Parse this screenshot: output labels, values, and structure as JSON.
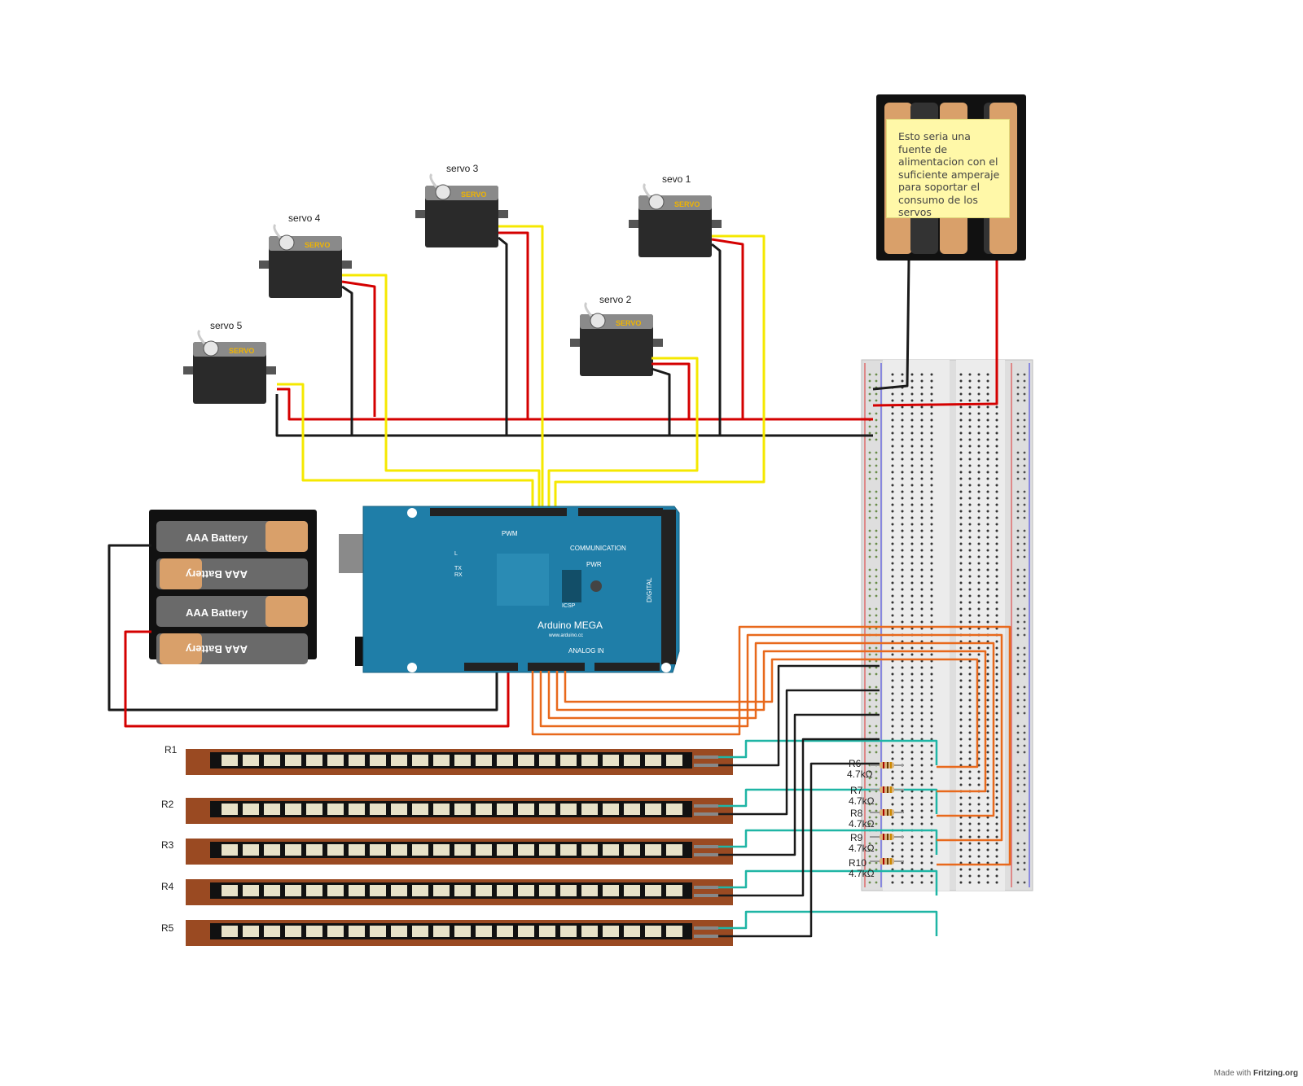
{
  "servos": [
    {
      "label": "servo 4",
      "brand": "SERVO"
    },
    {
      "label": "servo 3",
      "brand": "SERVO"
    },
    {
      "label": "sevo 1",
      "brand": "SERVO"
    },
    {
      "label": "servo 2",
      "brand": "SERVO"
    },
    {
      "label": "servo 5",
      "brand": "SERVO"
    }
  ],
  "battery_pack": {
    "cells": [
      "AAA Battery",
      "AAA Battery",
      "AAA Battery",
      "AAA Battery"
    ]
  },
  "power_note": "Esto seria una fuente de alimentacion con el suficiente amperaje para soportar el consumo de los servos",
  "arduino": {
    "name": "Arduino MEGA",
    "url": "www.arduino.cc",
    "headers": {
      "pwm": "PWM",
      "communication": "COMMUNICATION",
      "analog_in": "ANALOG IN",
      "digital": "DIGITAL",
      "icsp": "ICSP",
      "pwr": "PWR",
      "l": "L",
      "tx": "TX",
      "rx": "RX"
    }
  },
  "flex_sensors": [
    {
      "label": "R1"
    },
    {
      "label": "R2"
    },
    {
      "label": "R3"
    },
    {
      "label": "R4"
    },
    {
      "label": "R5"
    }
  ],
  "resistors": [
    {
      "name": "R6",
      "value": "4.7kΩ"
    },
    {
      "name": "R7",
      "value": "4.7kΩ"
    },
    {
      "name": "R8",
      "value": "4.7kΩ"
    },
    {
      "name": "R9",
      "value": "4.7kΩ"
    },
    {
      "name": "R10",
      "value": "4.7kΩ"
    }
  ],
  "footer": {
    "made_with": "Made with",
    "brand": "Fritzing.org"
  },
  "colors": {
    "wire_red": "#d40000",
    "wire_black": "#1a1a1a",
    "wire_yellow": "#f5e800",
    "wire_orange": "#e8691c",
    "wire_teal": "#1fb5a5",
    "arduino_blue": "#1f7ea8",
    "flex_brown": "#9a4a22"
  }
}
